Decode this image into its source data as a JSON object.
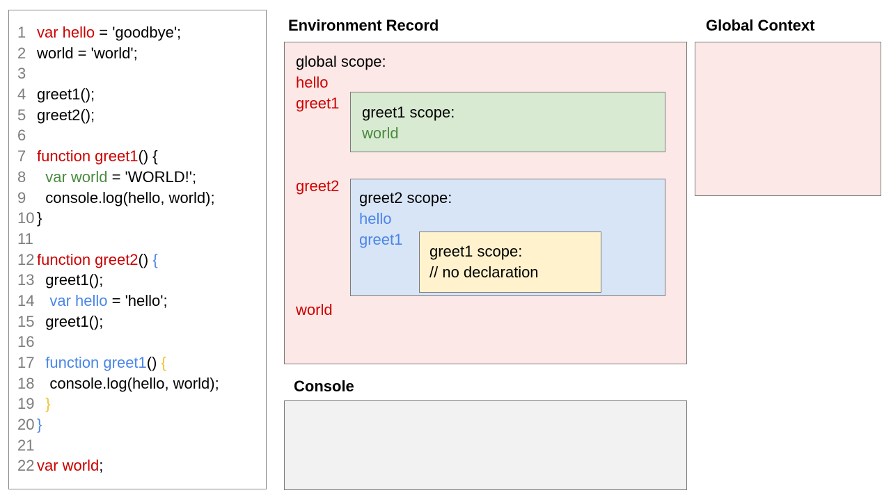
{
  "palette": {
    "red": "#cc0000",
    "green": "#4a8b3f",
    "blue": "#4a86e8",
    "yellow": "#f1c232",
    "black": "#000000",
    "line_number_gray": "#7d7d7d",
    "pink_fill": "#fce8e6",
    "green_fill": "#d9ead3",
    "blue_fill": "#d8e5f7",
    "yellow_fill": "#fff2cc",
    "console_fill": "#f2f2f2"
  },
  "code_panel": {
    "lines": [
      {
        "n": "1",
        "segs": [
          {
            "t": "var hello",
            "c": "red"
          },
          {
            "t": " = 'goodbye';"
          }
        ]
      },
      {
        "n": "2",
        "segs": [
          {
            "t": "world = 'world';"
          }
        ]
      },
      {
        "n": "3",
        "segs": []
      },
      {
        "n": "4",
        "segs": [
          {
            "t": "greet1();"
          }
        ]
      },
      {
        "n": "5",
        "segs": [
          {
            "t": "greet2();"
          }
        ]
      },
      {
        "n": "6",
        "segs": []
      },
      {
        "n": "7",
        "segs": [
          {
            "t": "function greet1",
            "c": "red"
          },
          {
            "t": "() {"
          }
        ]
      },
      {
        "n": "8",
        "segs": [
          {
            "t": "  "
          },
          {
            "t": "var world",
            "c": "green"
          },
          {
            "t": " = 'WORLD!';"
          }
        ]
      },
      {
        "n": "9",
        "segs": [
          {
            "t": "  console.log(hello, world);"
          }
        ]
      },
      {
        "n": "10",
        "segs": [
          {
            "t": "}"
          }
        ]
      },
      {
        "n": "11",
        "segs": []
      },
      {
        "n": "12",
        "segs": [
          {
            "t": "function greet2",
            "c": "red"
          },
          {
            "t": "() "
          },
          {
            "t": "{",
            "c": "blue"
          }
        ]
      },
      {
        "n": "13",
        "segs": [
          {
            "t": "  greet1();"
          }
        ]
      },
      {
        "n": "14",
        "segs": [
          {
            "t": "   "
          },
          {
            "t": "var hello",
            "c": "blue"
          },
          {
            "t": " = 'hello';"
          }
        ]
      },
      {
        "n": "15",
        "segs": [
          {
            "t": "  greet1();"
          }
        ]
      },
      {
        "n": "16",
        "segs": []
      },
      {
        "n": "17",
        "segs": [
          {
            "t": "  "
          },
          {
            "t": "function greet1",
            "c": "blue"
          },
          {
            "t": "() "
          },
          {
            "t": "{",
            "c": "yellow"
          }
        ]
      },
      {
        "n": "18",
        "segs": [
          {
            "t": "   console.log(hello, world);"
          }
        ]
      },
      {
        "n": "19",
        "segs": [
          {
            "t": "  "
          },
          {
            "t": "}",
            "c": "yellow"
          }
        ]
      },
      {
        "n": "20",
        "segs": [
          {
            "t": "}",
            "c": "blue"
          }
        ]
      },
      {
        "n": "21",
        "segs": []
      },
      {
        "n": "22",
        "segs": [
          {
            "t": "var world",
            "c": "red"
          },
          {
            "t": ";"
          }
        ]
      }
    ]
  },
  "environment_record": {
    "title": "Environment Record",
    "global_scope_label": "global scope:",
    "var_hello": "hello",
    "var_greet1": "greet1",
    "var_greet2": "greet2",
    "var_world": "world",
    "greet1_box": {
      "title": "greet1 scope:",
      "var_world": "world"
    },
    "greet2_box": {
      "title": "greet2 scope:",
      "var_hello": "hello",
      "var_greet1": "greet1",
      "inner_greet1_box": {
        "title": "greet1 scope:",
        "comment": "// no declaration"
      }
    }
  },
  "global_context": {
    "title": "Global Context"
  },
  "console": {
    "title": "Console"
  }
}
